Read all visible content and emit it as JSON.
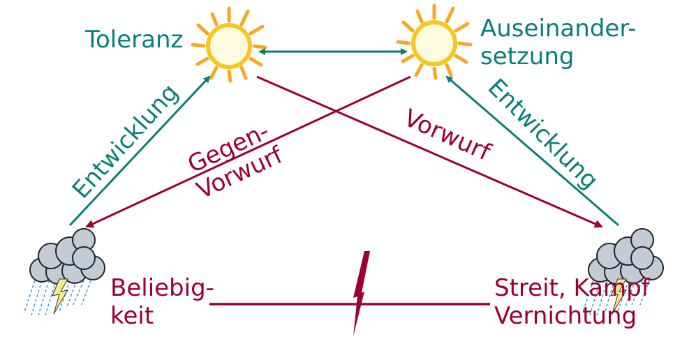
{
  "labels": {
    "toleranz": "Toleranz",
    "auseinandersetzung_1": "Auseinander-",
    "auseinandersetzung_2": "setzung",
    "entwicklung_left": "Entwicklung",
    "entwicklung_right": "Entwicklung",
    "gegen_1": "Gegen-",
    "gegen_2": "Vorwurf",
    "vorwurf": "Vorwurf",
    "beliebigkeit_1": "Beliebig-",
    "beliebigkeit_2": "keit",
    "streit_1": "Streit, Kampf",
    "streit_2": "Vernichtung"
  },
  "colors": {
    "teal": "#0b7d78",
    "red": "#9b0033",
    "sun": "#f7a823",
    "cloud": "#c3ccd6"
  },
  "icons": [
    "sun-icon",
    "sun-icon",
    "storm-cloud-icon",
    "storm-cloud-icon",
    "lightning-bolt-icon"
  ]
}
